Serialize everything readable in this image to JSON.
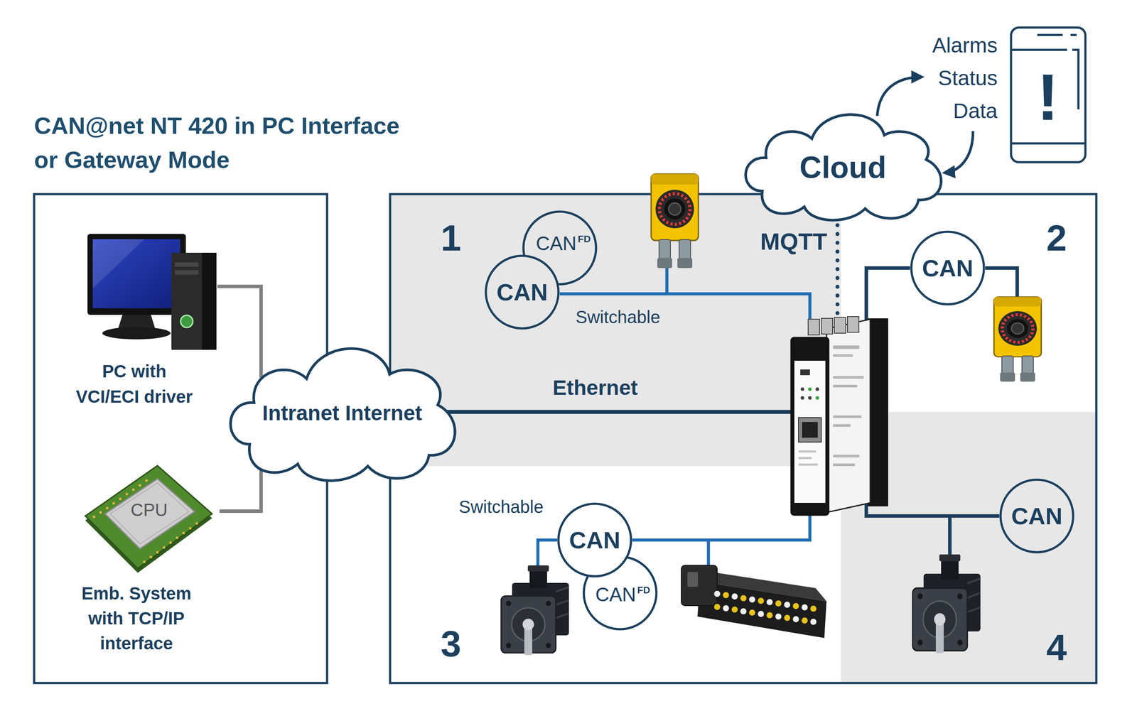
{
  "diagram": {
    "title": "CAN@net NT 420 in PC Interface or Gateway Mode",
    "nodes": [
      {
        "text": [
          "PC with VCI/ECI driver"
        ]
      },
      {
        "text": [
          "Emb. System with TCP/IP interface"
        ]
      },
      {
        "text": [
          "Intranet Internet"
        ]
      },
      {
        "text": [
          "Cloud"
        ]
      },
      {
        "text": [
          "CAN"
        ]
      },
      {
        "text": [
          "CAN",
          "FD"
        ]
      },
      {
        "text": [
          "CAN"
        ]
      },
      {
        "text": [
          "CAN"
        ]
      },
      {
        "text": [
          "CAN",
          "FD"
        ]
      },
      {
        "text": [
          "CAN"
        ]
      }
    ],
    "edges": [
      {
        "from": 0,
        "to": 2,
        "arrow": "none"
      },
      {
        "from": 1,
        "to": 2,
        "arrow": "none"
      }
    ],
    "labels": [
      "Alarms",
      "Status",
      "Data",
      "!",
      "CPU",
      "1",
      "MQTT",
      "2",
      "Switchable",
      "Ethernet",
      "Switchable",
      "3",
      "4"
    ]
  }
}
